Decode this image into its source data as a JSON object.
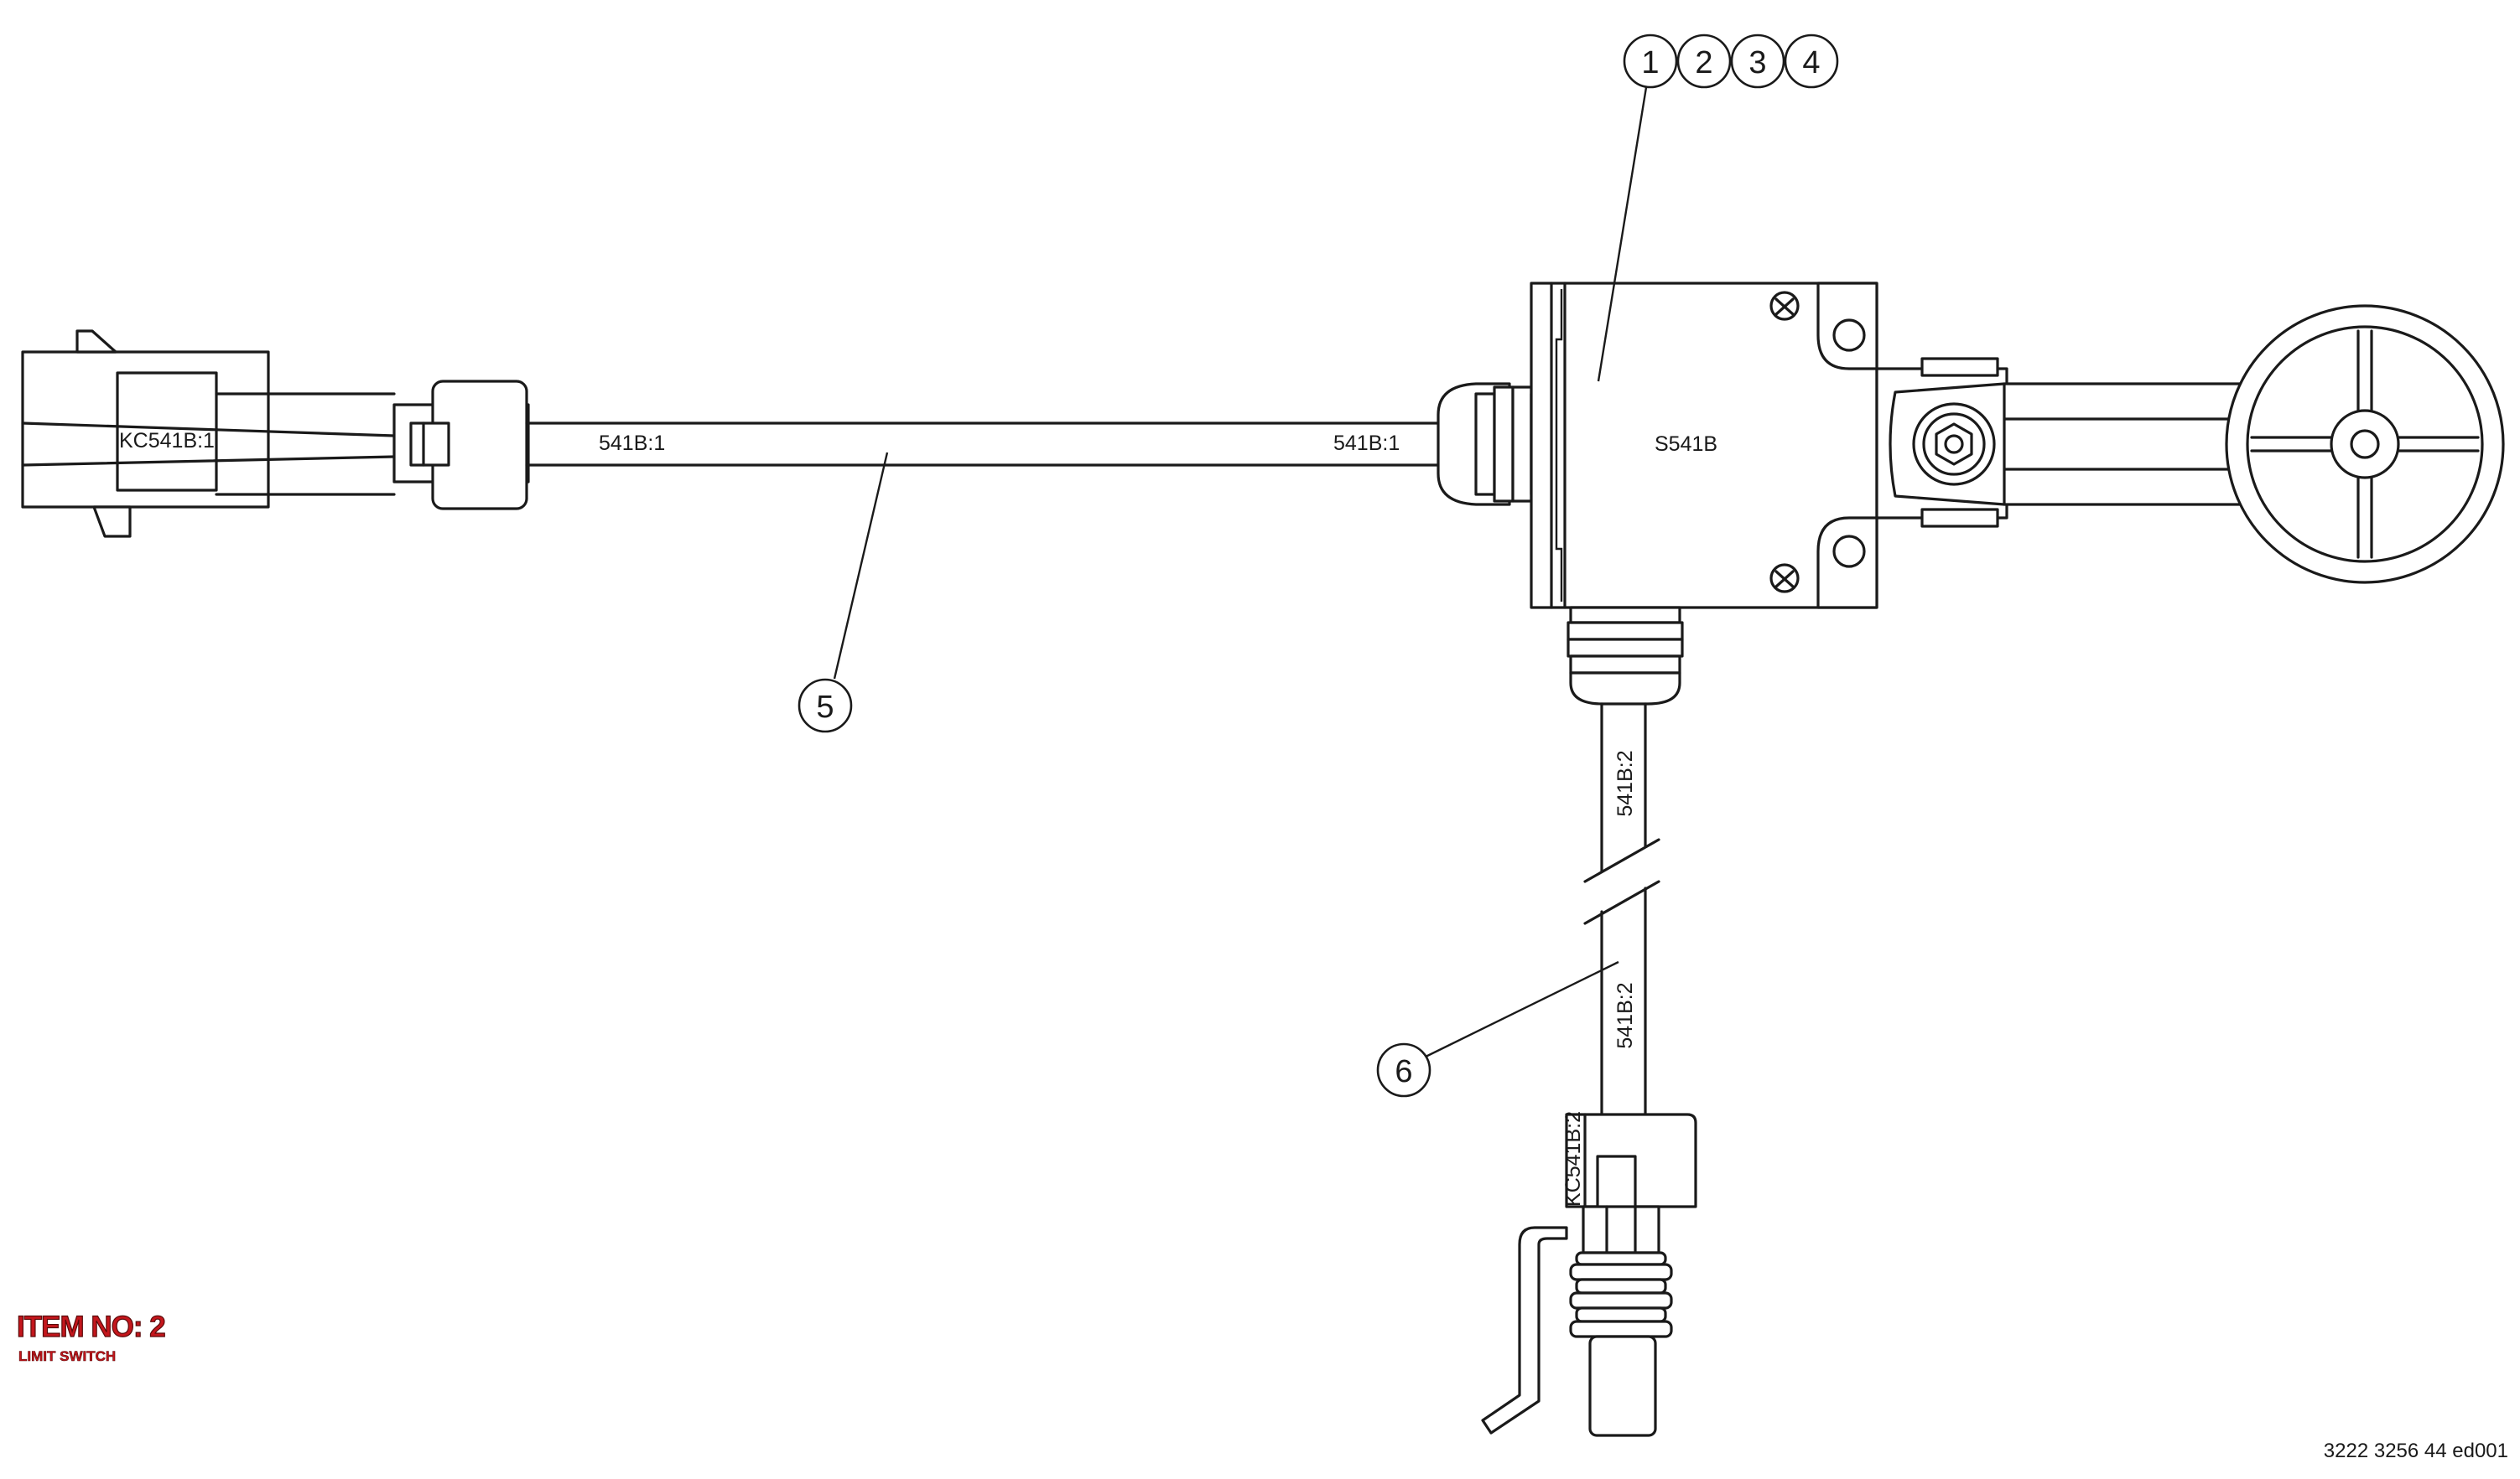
{
  "labels": {
    "connector_left": "KC541B:1",
    "wire_top_left": "541B:1",
    "wire_top_right": "541B:1",
    "switch_body": "S541B",
    "wire_bottom_upper": "541B:2",
    "wire_bottom_lower": "541B:2",
    "connector_bottom": "KC541B:2"
  },
  "callouts": [
    "1",
    "2",
    "3",
    "4",
    "5",
    "6"
  ],
  "title_block": {
    "item_no": "ITEM NO: 2",
    "item_name": "LIMIT SWITCH",
    "document_ref": "3222 3256 44 ed001"
  }
}
